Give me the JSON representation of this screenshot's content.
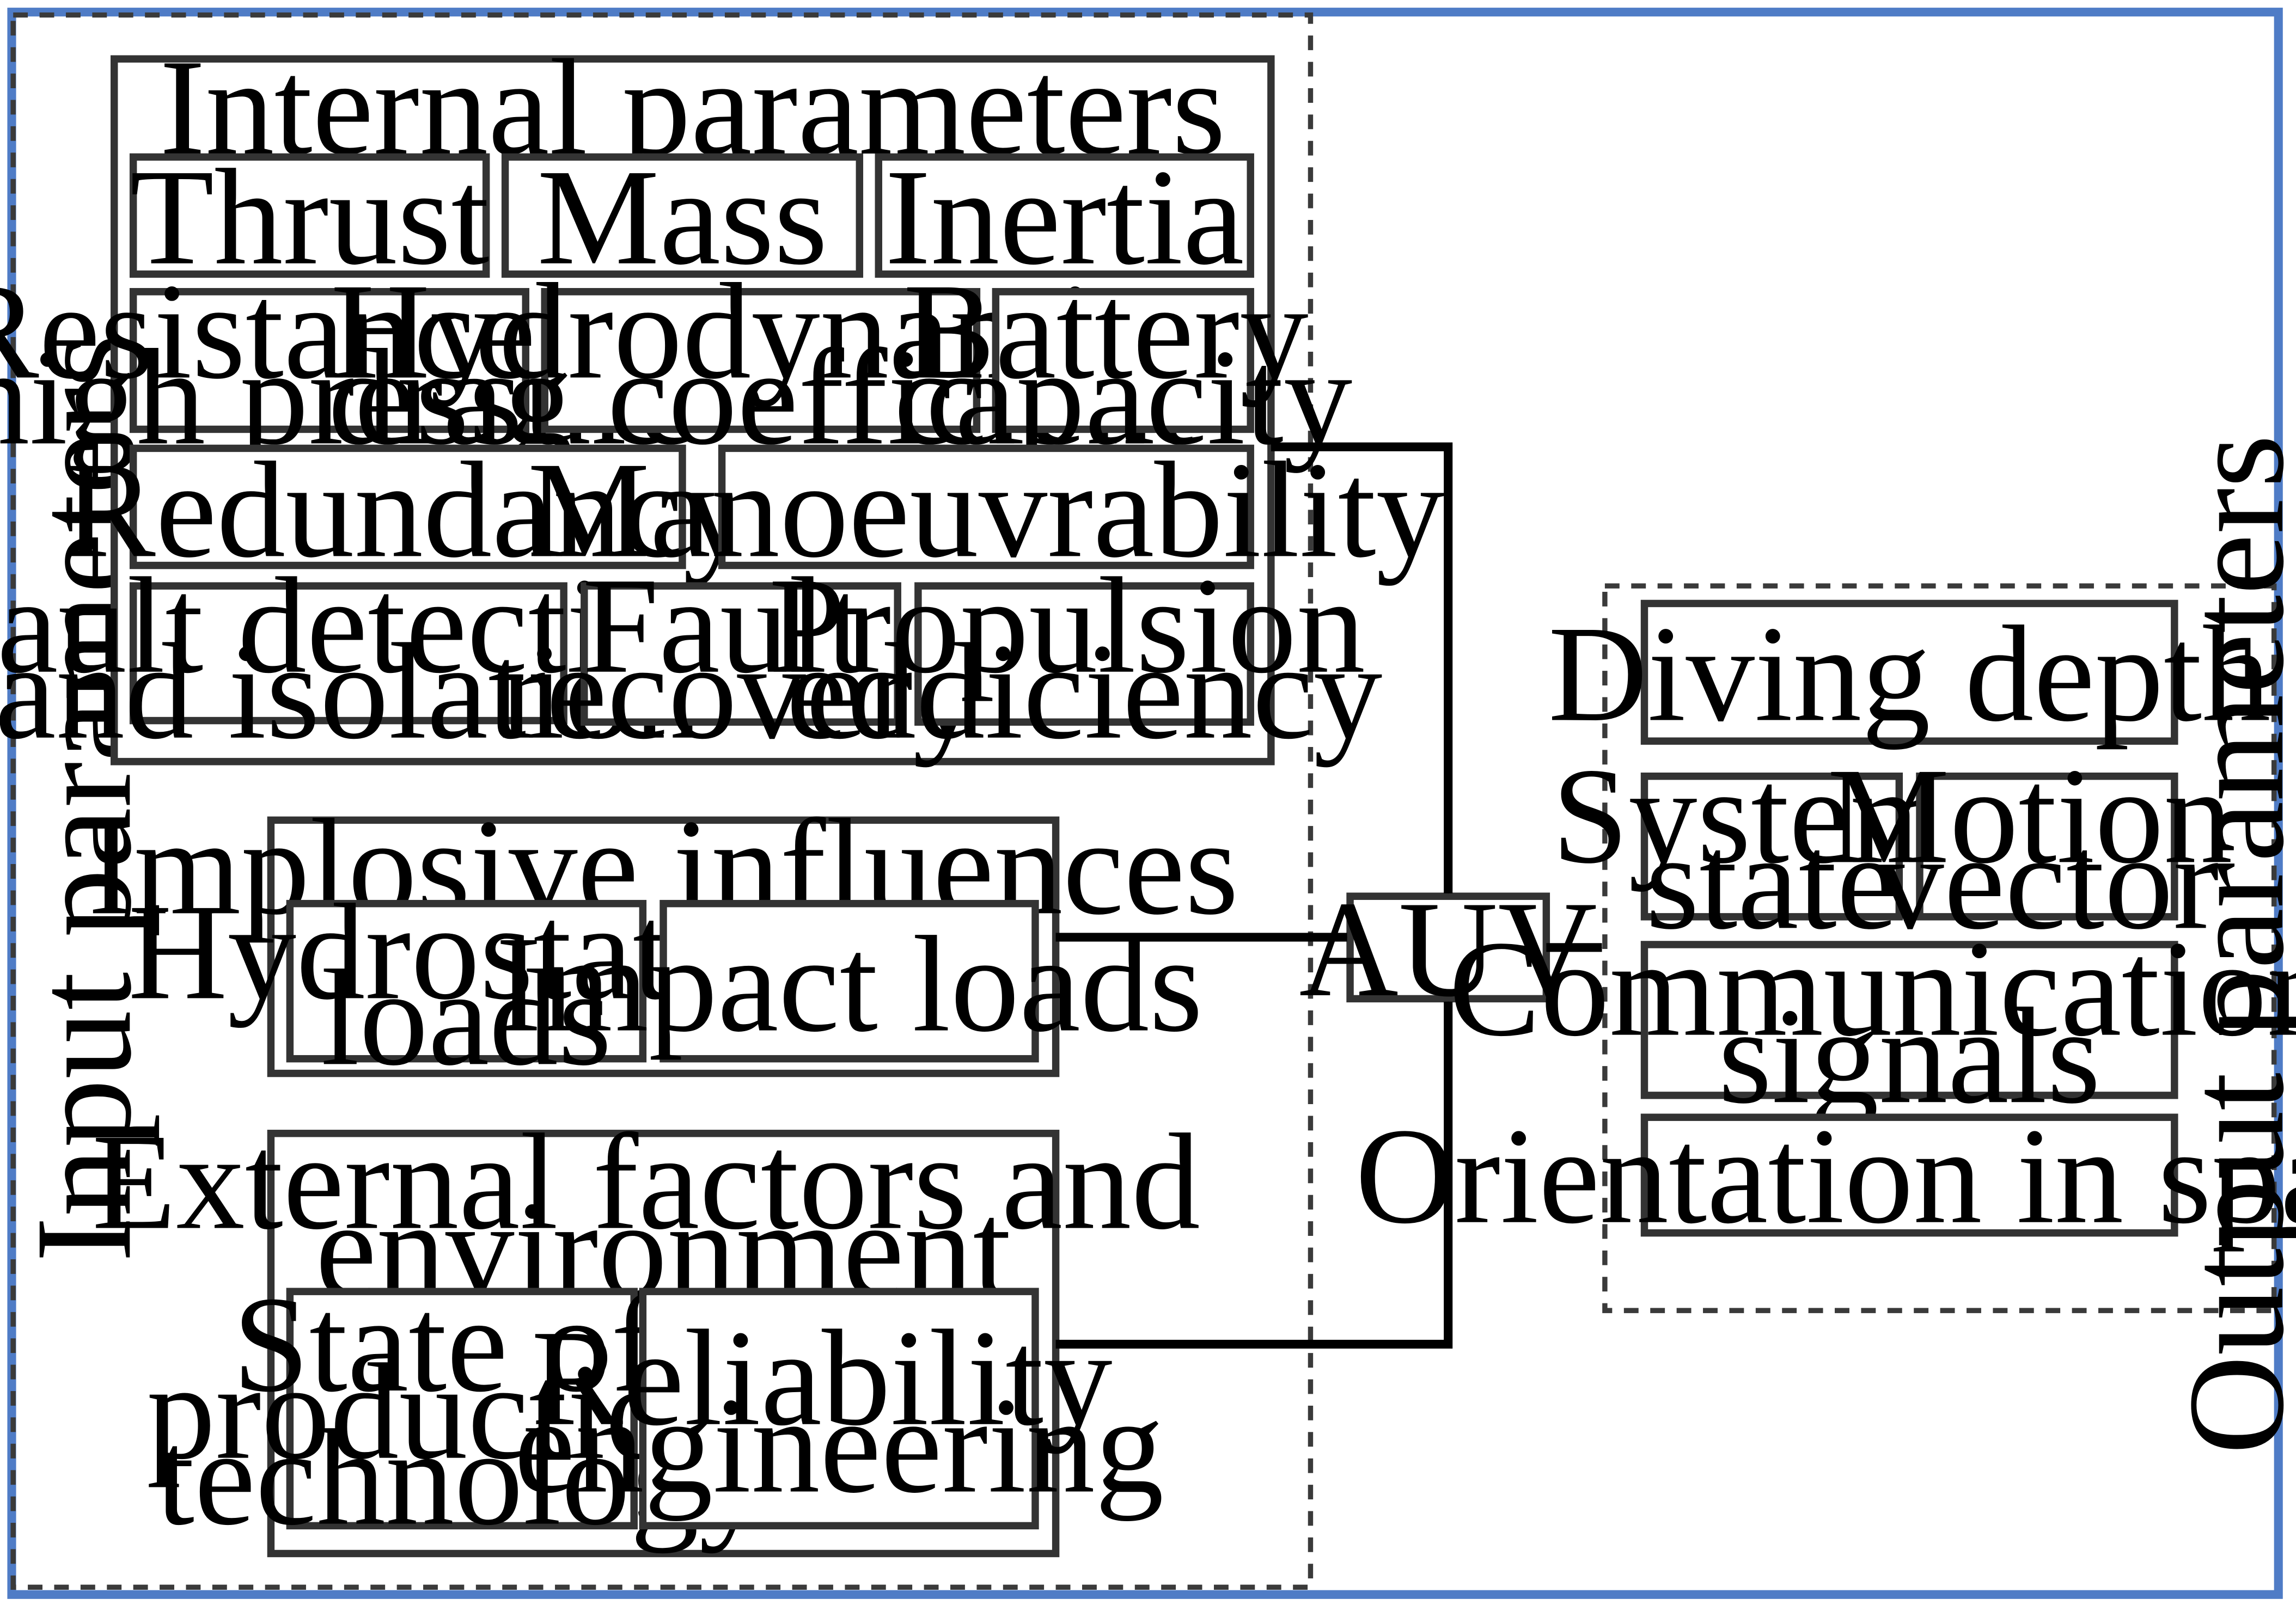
{
  "colors": {
    "frame": "#4f7cc6",
    "box_stroke": "#333333",
    "arrow": "#000000",
    "text": "#000000",
    "background": "#ffffff"
  },
  "input_panel": {
    "label": "Input parameters"
  },
  "output_panel": {
    "label": "Output parameters"
  },
  "internal_parameters": {
    "title": "Internal parameters",
    "items": {
      "thrust": [
        "Thrust"
      ],
      "mass": [
        "Mass"
      ],
      "inertia": [
        "Inertia"
      ],
      "resistance": [
        "Resistance to",
        "high pressure"
      ],
      "hydrodynamic": [
        "Hydrodynamic",
        "drag coefficient"
      ],
      "battery": [
        "Battery",
        "capacity"
      ],
      "redundancy": [
        "Redundancy"
      ],
      "manoeuvrability": [
        "Manoeuvrability"
      ],
      "fault_detection": [
        "Fault detection",
        "and isolation"
      ],
      "fault_recovery": [
        "Fault",
        "recovery"
      ],
      "propulsion": [
        "Propulsion",
        "eddiciency"
      ]
    }
  },
  "implosive_influences": {
    "title": "Implosive influences",
    "items": {
      "hydrostatic": [
        "Hydrostatic",
        "loads"
      ],
      "impact": [
        "Impact loads"
      ]
    }
  },
  "external_factors": {
    "title": [
      "External factors and",
      "environment"
    ],
    "items": {
      "production": [
        "State of",
        "production",
        "technology"
      ],
      "reliability": [
        "Reliability",
        "engineering"
      ]
    }
  },
  "auv": {
    "label": "AUV"
  },
  "outputs": {
    "diving_depth": [
      "Diving depth"
    ],
    "system_state": [
      "System",
      "state"
    ],
    "motion_vector": [
      "Motion",
      "vector"
    ],
    "communication": [
      "Communication",
      "signals"
    ],
    "orientation": [
      "Orientation in space"
    ]
  }
}
